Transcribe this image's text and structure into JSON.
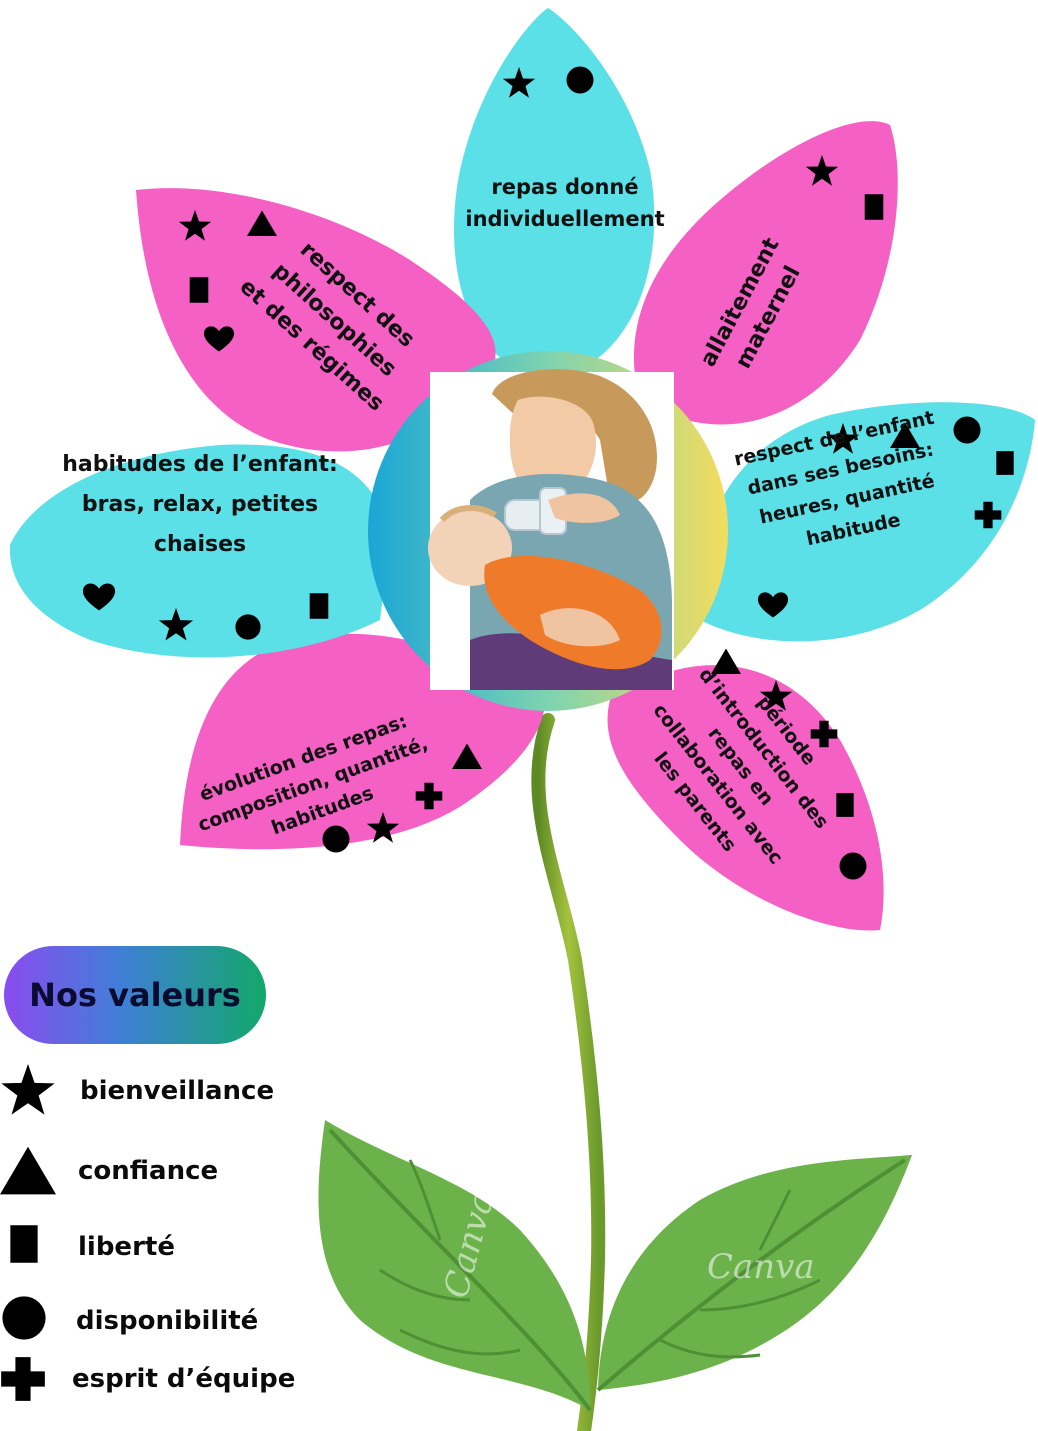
{
  "colors": {
    "pink": "#f460c4",
    "cyan": "#5ae0e6",
    "leaf": "#6bb34a",
    "stem": "#9cba3a"
  },
  "petals": [
    {
      "id": "top",
      "lines": [
        "repas donné",
        "individuellement"
      ],
      "icons": [
        "star-icon",
        "circle-icon"
      ]
    },
    {
      "id": "upper-right",
      "lines": [
        "allaitement",
        "maternel"
      ],
      "icons": [
        "star-icon",
        "square-icon"
      ]
    },
    {
      "id": "right",
      "lines": [
        "respect de l’enfant",
        "dans ses besoins:",
        "heures, quantité",
        "habitude"
      ],
      "icons": [
        "star-icon",
        "triangle-icon",
        "circle-icon",
        "square-icon",
        "cross-icon",
        "heart-icon"
      ]
    },
    {
      "id": "lower-right",
      "lines": [
        "période",
        "d’introduction des",
        "repas en",
        "collaboration avec",
        "les parents"
      ],
      "icons": [
        "triangle-icon",
        "star-icon",
        "cross-icon",
        "square-icon",
        "circle-icon"
      ]
    },
    {
      "id": "lower-left",
      "lines": [
        "évolution des repas:",
        "composition, quantité,",
        "habitudes"
      ],
      "icons": [
        "triangle-icon",
        "cross-icon",
        "circle-icon",
        "star-icon"
      ]
    },
    {
      "id": "left",
      "lines": [
        "habitudes de l’enfant:",
        "bras, relax, petites",
        "chaises"
      ],
      "icons": [
        "heart-icon",
        "star-icon",
        "circle-icon",
        "square-icon"
      ]
    },
    {
      "id": "upper-left",
      "lines": [
        "respect des",
        "philosophies",
        "et des régimes"
      ],
      "icons": [
        "star-icon",
        "triangle-icon",
        "square-icon",
        "heart-icon"
      ]
    }
  ],
  "legend": {
    "title": "Nos valeurs",
    "items": [
      {
        "icon": "star-icon",
        "label": "bienveillance"
      },
      {
        "icon": "triangle-icon",
        "label": "confiance"
      },
      {
        "icon": "square-icon",
        "label": "liberté"
      },
      {
        "icon": "circle-icon",
        "label": "disponibilité"
      },
      {
        "icon": "cross-icon",
        "label": "esprit d’équipe"
      }
    ]
  },
  "watermark": "Canva"
}
